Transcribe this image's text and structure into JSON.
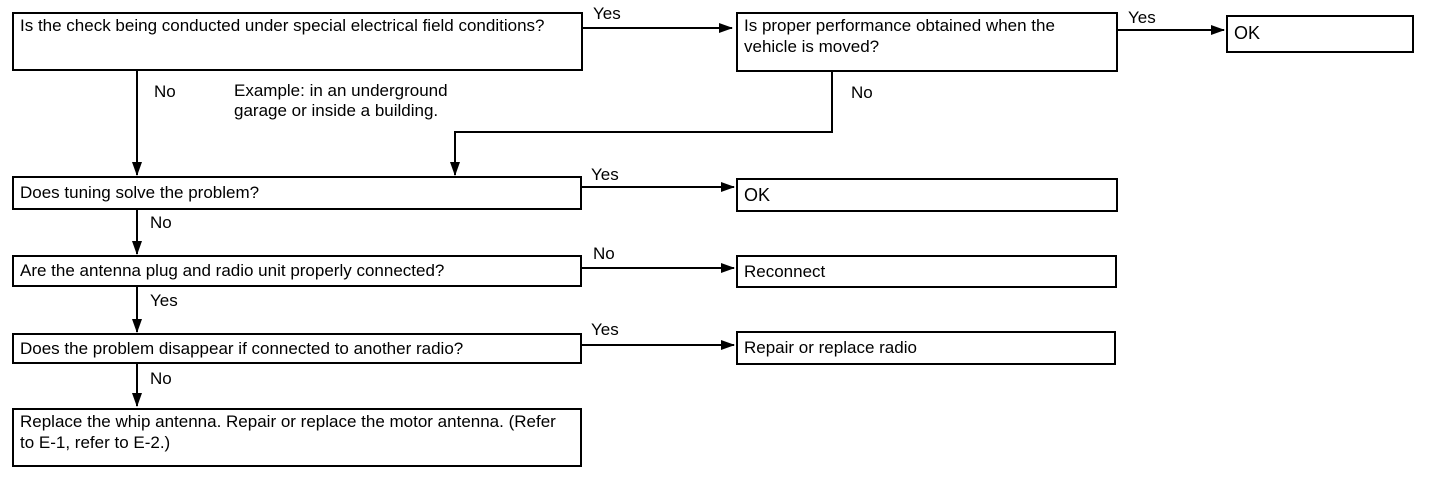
{
  "flowchart": {
    "q1": "Is the check being conducted under special electrical field conditions?",
    "q1_note": "Example: in an underground garage or inside a building.",
    "q2": "Is proper performance obtained when the vehicle is moved?",
    "ok1": "OK",
    "q3": "Does tuning solve the problem?",
    "ok2": "OK",
    "q4": "Are the antenna plug and radio unit properly connected?",
    "r4": "Reconnect",
    "q5": "Does the problem disappear if connected to another radio?",
    "r5": "Repair or replace radio",
    "final": "Replace the whip antenna. Repair or replace the motor antenna. (Refer to E-1, refer to E-2.)",
    "labels": {
      "q1_yes": "Yes",
      "q1_no": "No",
      "q2_yes": "Yes",
      "q2_no": "No",
      "q3_yes": "Yes",
      "q3_no": "No",
      "q4_no": "No",
      "q4_yes": "Yes",
      "q5_yes": "Yes",
      "q5_no": "No"
    }
  }
}
